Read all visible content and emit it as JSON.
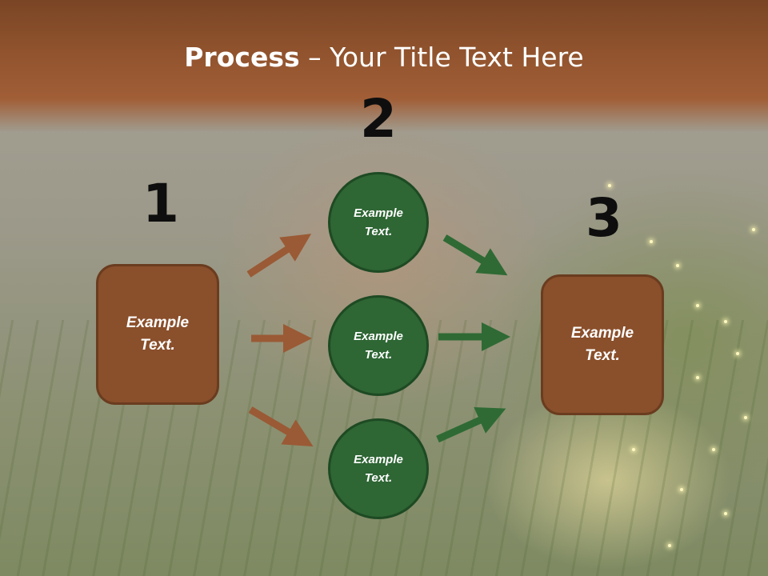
{
  "slide": {
    "title_bold": "Process",
    "title_rest": " – Your Title Text Here"
  },
  "steps": {
    "one": "1",
    "two": "2",
    "three": "3"
  },
  "left_box": {
    "text": "Example\nText."
  },
  "circles": [
    {
      "text": "Example\nText."
    },
    {
      "text": "Example\nText."
    },
    {
      "text": "Example\nText."
    }
  ],
  "right_box": {
    "text": "Example\nText."
  },
  "colors": {
    "header": "#93552f",
    "box": "#8a4f2b",
    "circle": "#2e6634",
    "arrow_brown": "#9a5a35",
    "arrow_green": "#2f6a34"
  }
}
